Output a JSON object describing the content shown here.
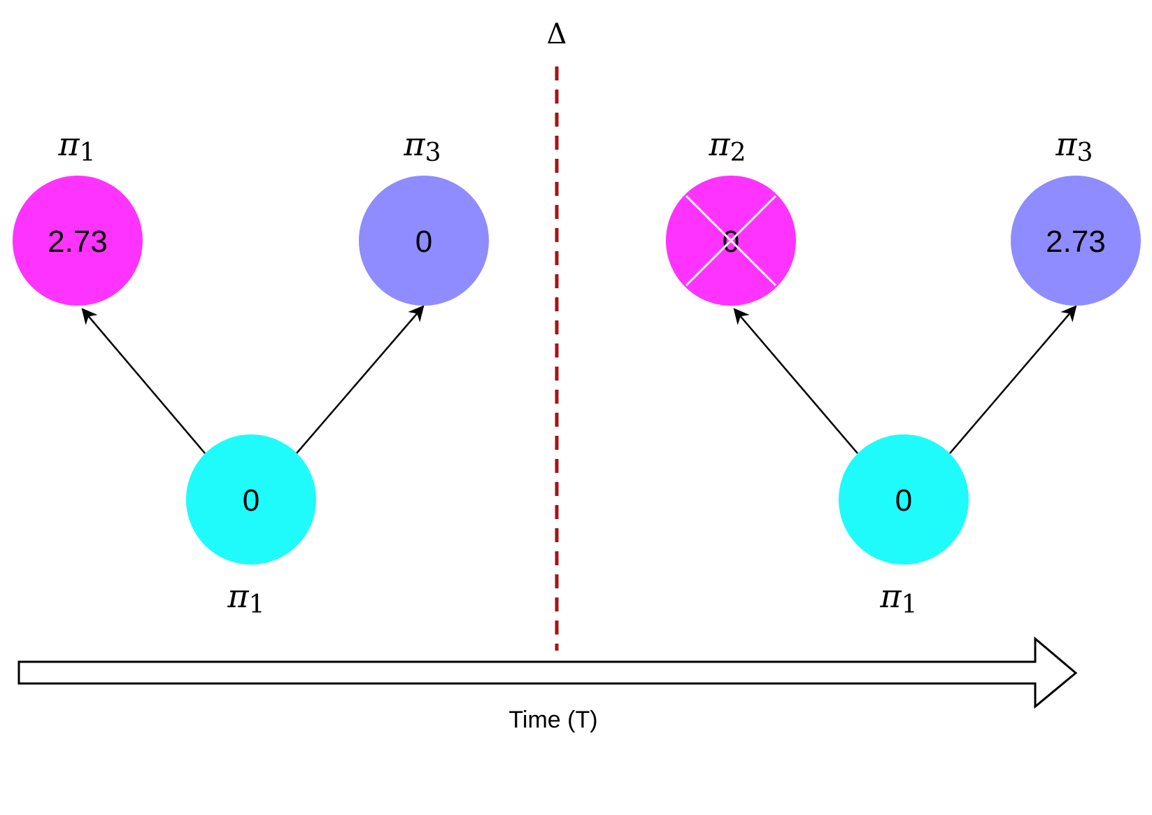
{
  "colors": {
    "magenta": "#ff33ff",
    "lavender": "#8f8cff",
    "cyan": "#1ffbfb",
    "divider": "#aa1111",
    "edge": "#000000"
  },
  "divider_label": "Δ",
  "time_label": "Time (T)",
  "left": {
    "root": {
      "value": "0",
      "symbol": "π",
      "subscript": "1"
    },
    "child_a": {
      "value": "2.73",
      "symbol": "π",
      "subscript": "1"
    },
    "child_b": {
      "value": "0",
      "symbol": "π",
      "subscript": "3"
    }
  },
  "right": {
    "root": {
      "value": "0",
      "symbol": "π",
      "subscript": "1"
    },
    "child_a": {
      "value": "0",
      "symbol": "π",
      "subscript": "2",
      "crossed_out": true
    },
    "child_b": {
      "value": "2.73",
      "symbol": "π",
      "subscript": "3"
    }
  }
}
